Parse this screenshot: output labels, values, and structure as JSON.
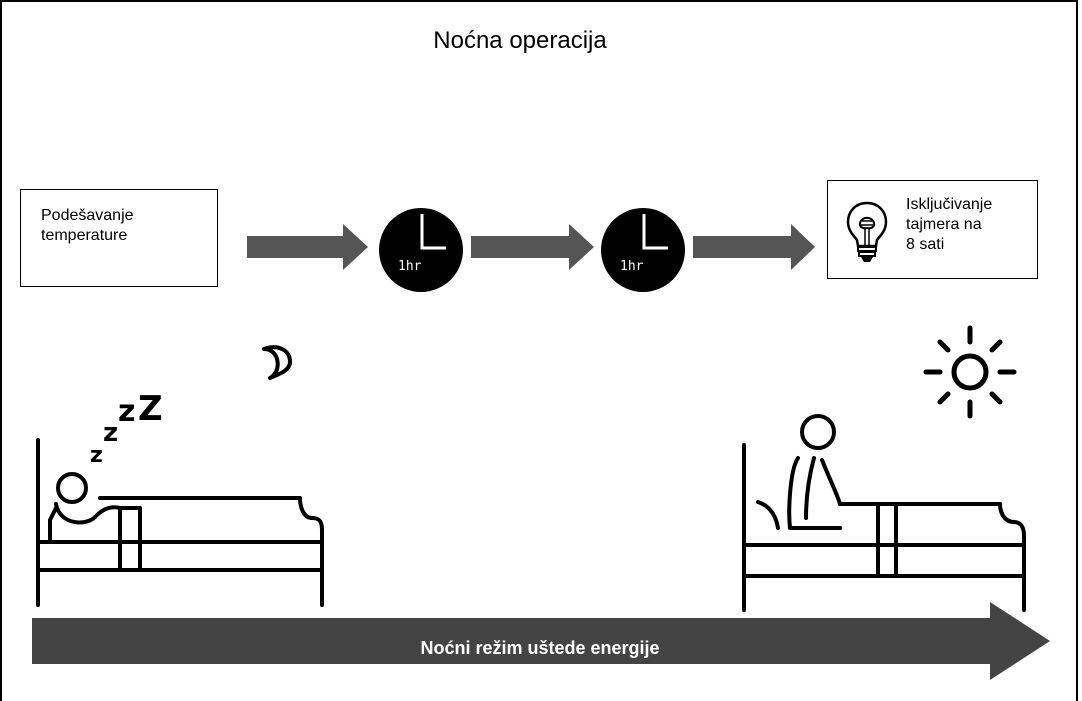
{
  "title": "Noćna operacija",
  "start_box": {
    "lines": [
      "Podešavanje",
      "temperature"
    ]
  },
  "end_box": {
    "lines": [
      "Isključivanje",
      "tajmera na",
      "8 sati"
    ],
    "icon": "light-bulb-icon"
  },
  "timers": [
    {
      "label": "1hr",
      "icon": "clock-icon"
    },
    {
      "label": "1hr",
      "icon": "clock-icon"
    }
  ],
  "night_scene": {
    "sleep_letters": [
      "z",
      "z",
      "z",
      "Z"
    ],
    "icon": "moon-icon"
  },
  "morning_scene": {
    "icon": "sun-icon"
  },
  "timeline": {
    "label": "Noćni režim uštede energije",
    "color": "#444444"
  },
  "colors": {
    "arrow": "#555555",
    "clock_face": "#000000"
  }
}
